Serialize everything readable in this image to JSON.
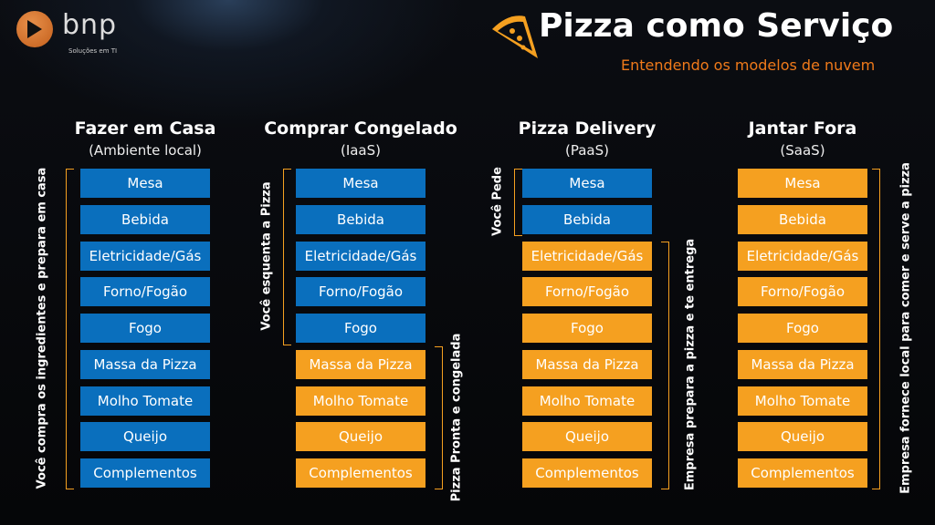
{
  "brand": {
    "name": "bnp",
    "tagline": "Soluções em TI",
    "logo_color": "#d06a25"
  },
  "header": {
    "title": "Pizza como Serviço",
    "subtitle": "Entendendo os modelos de nuvem",
    "icon": "pizza-slice-icon"
  },
  "colors": {
    "self": "#0a6fbd",
    "provider": "#f5a020"
  },
  "rows": [
    "Mesa",
    "Bebida",
    "Eletricidade/Gás",
    "Forno/Fogão",
    "Fogo",
    "Massa da Pizza",
    "Molho Tomate",
    "Queijo",
    "Complementos"
  ],
  "columns": [
    {
      "title": "Fazer em Casa",
      "subtitle": "(Ambiente local)",
      "self_count": 9,
      "left_label": "Você compra os ingredientes e prepara em casa"
    },
    {
      "title": "Comprar Congelado",
      "subtitle": "(IaaS)",
      "self_count": 5,
      "left_label": "Você esquenta a Pizza",
      "right_label": "Pizza Pronta e congelada"
    },
    {
      "title": "Pizza Delivery",
      "subtitle": "(PaaS)",
      "self_count": 2,
      "left_label": "Você Pede",
      "right_label": "Empresa prepara a pizza e te entrega"
    },
    {
      "title": "Jantar Fora",
      "subtitle": "(SaaS)",
      "self_count": 0,
      "right_label": "Empresa fornece local para comer e serve a pizza"
    }
  ]
}
